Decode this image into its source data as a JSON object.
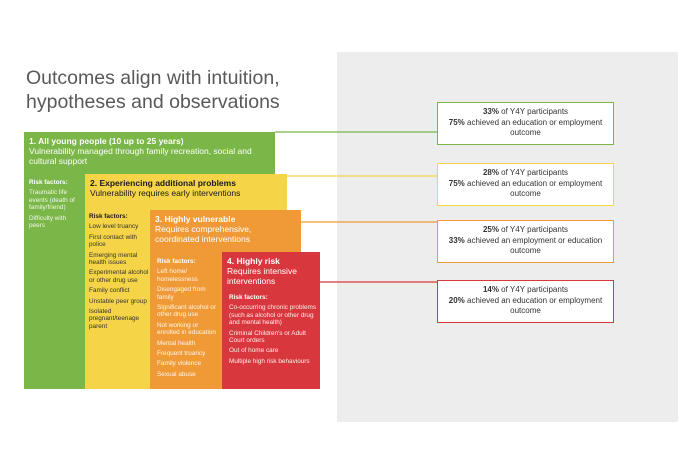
{
  "title": "Outcomes align with intuition, hypotheses and observations",
  "colors": {
    "green": "#7ab648",
    "yellow": "#f5d547",
    "orange": "#ef9a36",
    "red": "#d8383d",
    "panel": "#ededed"
  },
  "levels": [
    {
      "heading": "1. All young people (10 up to 25 years)",
      "subtitle": "Vulnerability managed through family recreation, social and cultural support",
      "risk_title": "Risk factors:",
      "risk_items": [
        "Traumatic life events (death of family/friend)",
        "Difficulty with peers"
      ]
    },
    {
      "heading": "2. Experiencing additional problems",
      "subtitle": "Vulnerability requires early interventions",
      "risk_title": "Risk factors:",
      "risk_items": [
        "Low level truancy",
        "First contact with police",
        "Emerging mental health issues",
        "Experimental alcohol or other drug use",
        "Family conflict",
        "Unstable peer group",
        "Isolated pregnant/teenage parent"
      ]
    },
    {
      "heading": "3. Highly vulnerable",
      "subtitle": "Requires comprehensive, coordinated interventions",
      "risk_title": "Risk factors:",
      "risk_items": [
        "Left home/ homelessness",
        "Disengaged from family",
        "Significant alcohol or other drug use",
        "Not working or enrolled in education",
        "Mental health",
        "Frequent truancy",
        "Family violence",
        "Sexual abuse"
      ]
    },
    {
      "heading": "4. Highly risk",
      "subtitle": "Requires intensive interventions",
      "risk_title": "Risk factors:",
      "risk_items": [
        "Co-occurring chronic problems (such as alcohol or other drug and mental health)",
        "Criminal Children's or Adult Court orders",
        "Out of home care",
        "Multiple high risk behaviours"
      ]
    }
  ],
  "outcomes": [
    {
      "pct1": "33%",
      "line1": " of Y4Y participants",
      "pct2": "75%",
      "line2": " achieved an education or employment outcome"
    },
    {
      "pct1": "28%",
      "line1": " of Y4Y participants",
      "pct2": "75%",
      "line2": " achieved an education or employment outcome"
    },
    {
      "pct1": "25%",
      "line1": " of Y4Y participants",
      "pct2": "33%",
      "line2": " achieved an employment or education outcome"
    },
    {
      "pct1": "14%",
      "line1": " of Y4Y participants",
      "pct2": "20%",
      "line2": " achieved an education or employment outcome"
    }
  ]
}
